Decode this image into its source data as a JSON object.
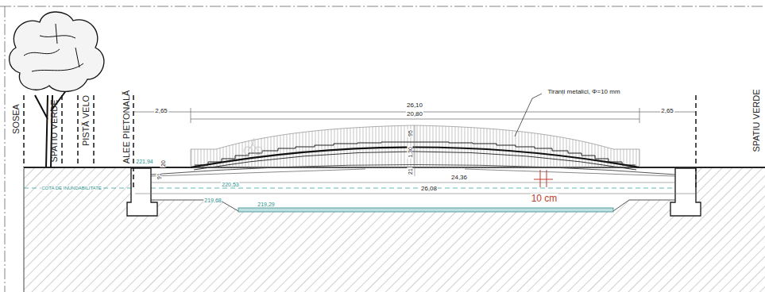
{
  "diagram": {
    "labels": [
      "SOSEA",
      "SPATIU VERDE",
      "PISTĂ VELO",
      "ALEE PIETONALĂ",
      "SPATIU VERDE",
      "26,10",
      "2,65",
      "20,80",
      "2,65",
      "Tiranți metalici, Φ=10 mm",
      "95",
      "1,30",
      "21",
      "221,94",
      "20",
      "91",
      "24,36",
      "COTA DE INUNDABILITATE",
      "220,53",
      "26,08",
      "10 cm",
      "219,68",
      "219,29"
    ]
  }
}
